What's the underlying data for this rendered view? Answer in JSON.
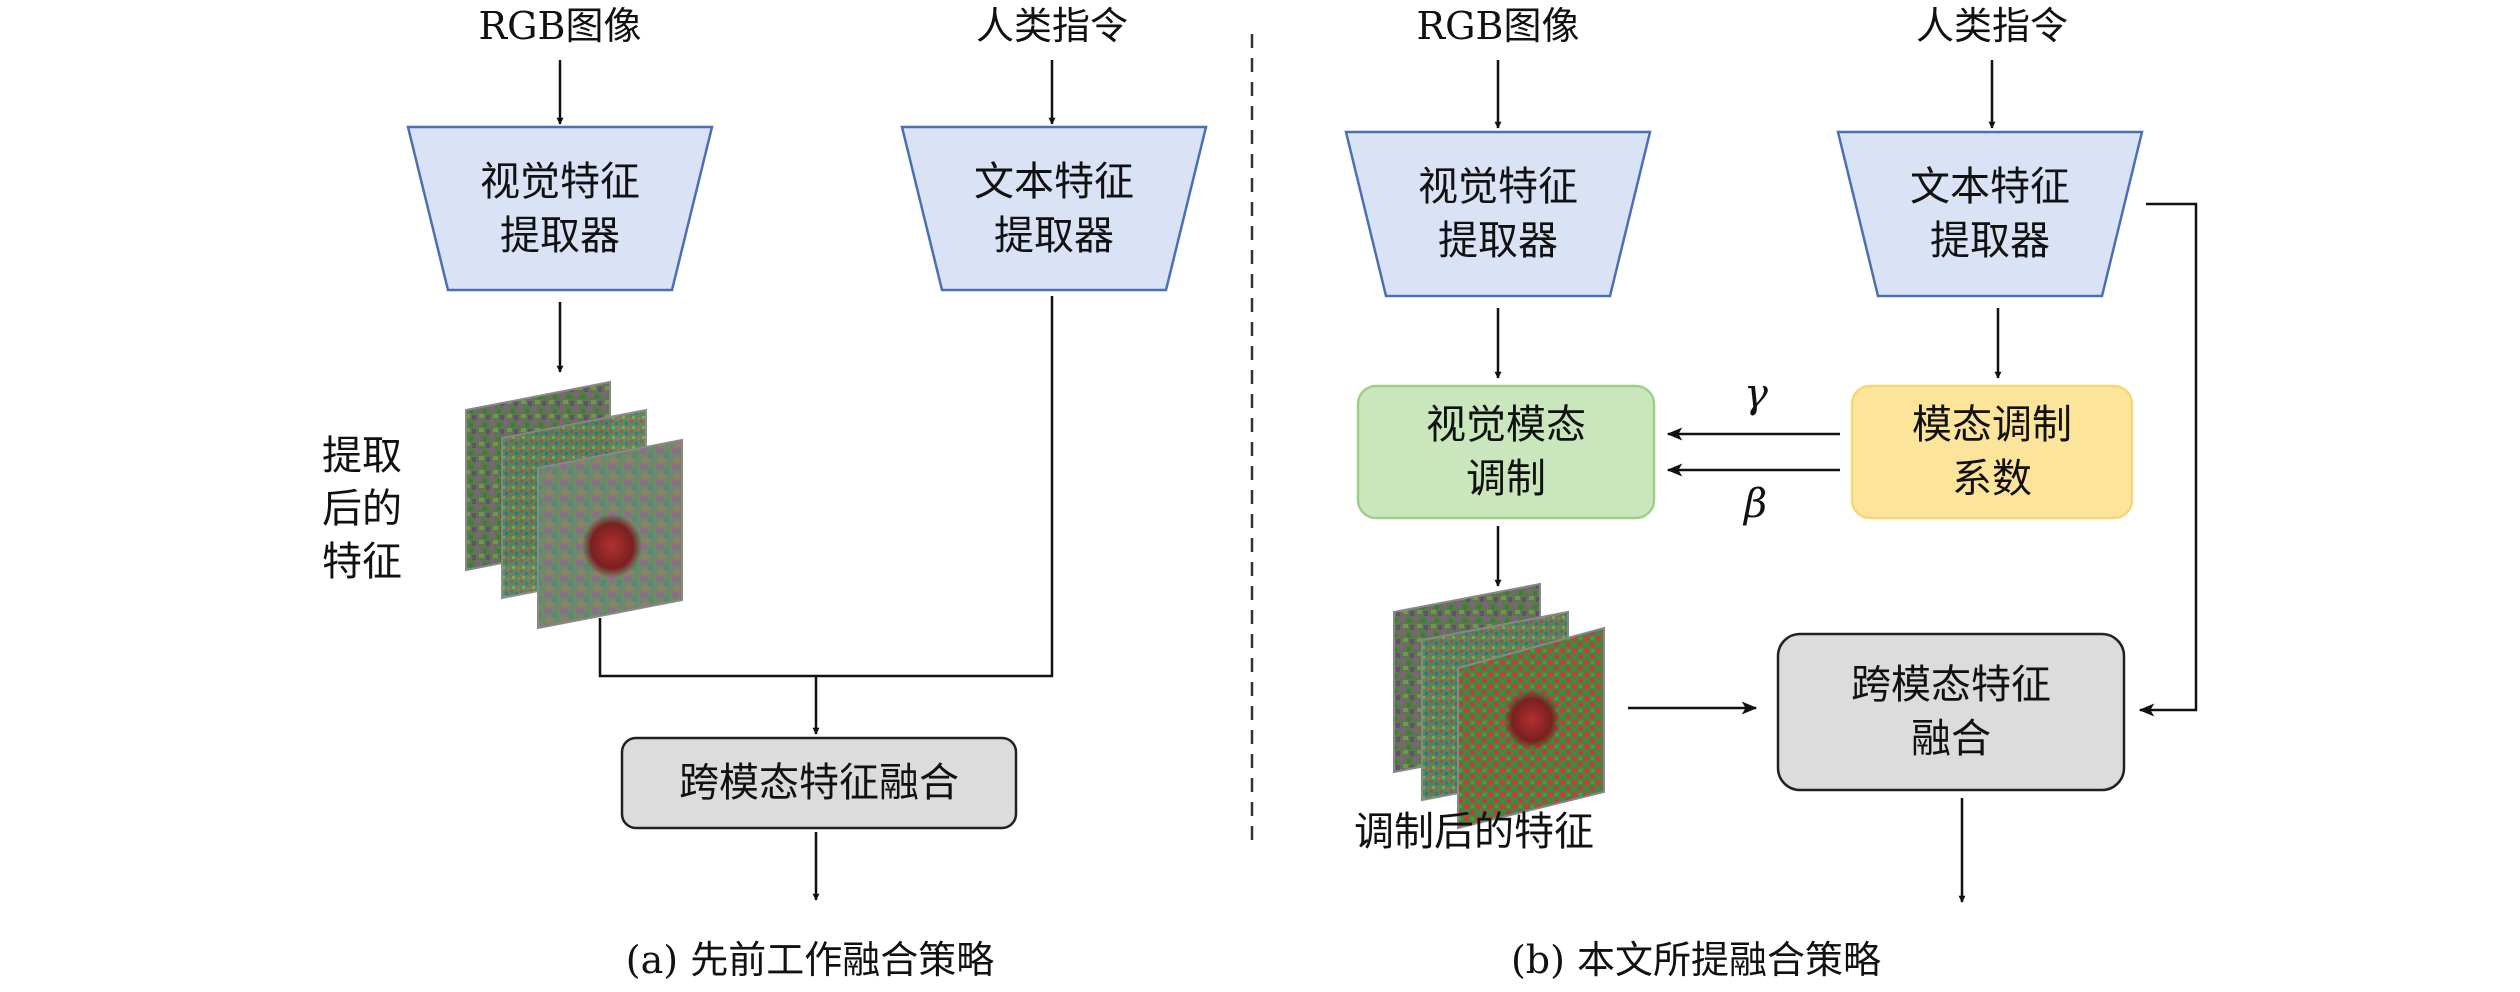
{
  "panel_a": {
    "rgb_input": "RGB图像",
    "text_input": "人类指令",
    "visual_extractor": [
      "视觉特征",
      "提取器"
    ],
    "text_extractor": [
      "文本特征",
      "提取器"
    ],
    "features_label": [
      "提取",
      "后的",
      "特征"
    ],
    "fusion": "跨模态特征融合",
    "caption": "(a) 先前工作融合策略"
  },
  "panel_b": {
    "rgb_input": "RGB图像",
    "text_input": "人类指令",
    "visual_extractor": [
      "视觉特征",
      "提取器"
    ],
    "text_extractor": [
      "文本特征",
      "提取器"
    ],
    "visual_modulation": [
      "视觉模态",
      "调制"
    ],
    "modulation_coeff": [
      "模态调制",
      "系数"
    ],
    "gamma": "γ",
    "beta": "β",
    "modulated_features_label": "调制后的特征",
    "fusion": [
      "跨模态特征",
      "融合"
    ],
    "caption": "(b) 本文所提融合策略"
  },
  "colors": {
    "extractor_fill": "#dae3f5",
    "extractor_stroke": "#4a6fb5",
    "modulation_fill": "#c9e6bc",
    "modulation_stroke": "#9fd088",
    "coeff_fill": "#fde49b",
    "coeff_stroke": "#f4d77a",
    "fusion_fill": "#dcdcdc",
    "fusion_stroke": "#222222",
    "line": "#111111"
  }
}
